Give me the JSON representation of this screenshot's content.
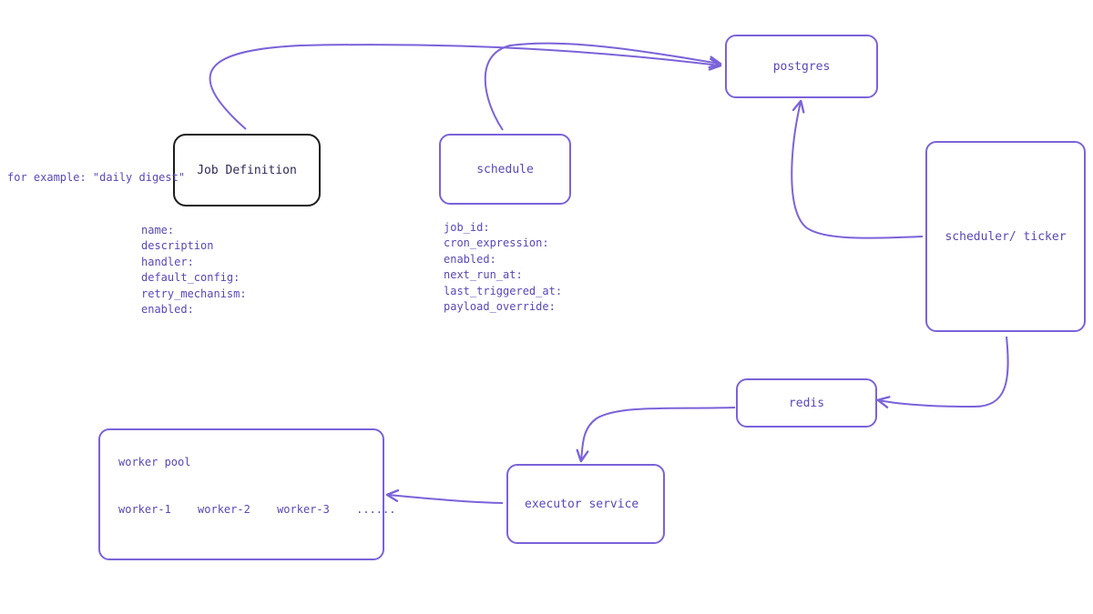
{
  "colors": {
    "stroke": "#7b62d9",
    "text": "#5a47b8",
    "dark_border": "#1e1e1e"
  },
  "nodes": {
    "postgres": "postgres",
    "job_definition": "Job Definition",
    "schedule": "schedule",
    "scheduler": "scheduler/ ticker",
    "redis": "redis",
    "executor": "executor service",
    "worker_pool": {
      "title": "worker pool",
      "workers": [
        "worker-1",
        "worker-2",
        "worker-3",
        "......"
      ]
    }
  },
  "annotations": {
    "example": "for example: \"daily digest\""
  },
  "job_definition_fields": [
    "name:",
    "description",
    "handler:",
    "default_config:",
    "retry_mechanism:",
    "enabled:"
  ],
  "schedule_fields": [
    "job_id:",
    "cron_expression:",
    "enabled:",
    "next_run_at:",
    "last_triggered_at:",
    "payload_override:"
  ]
}
